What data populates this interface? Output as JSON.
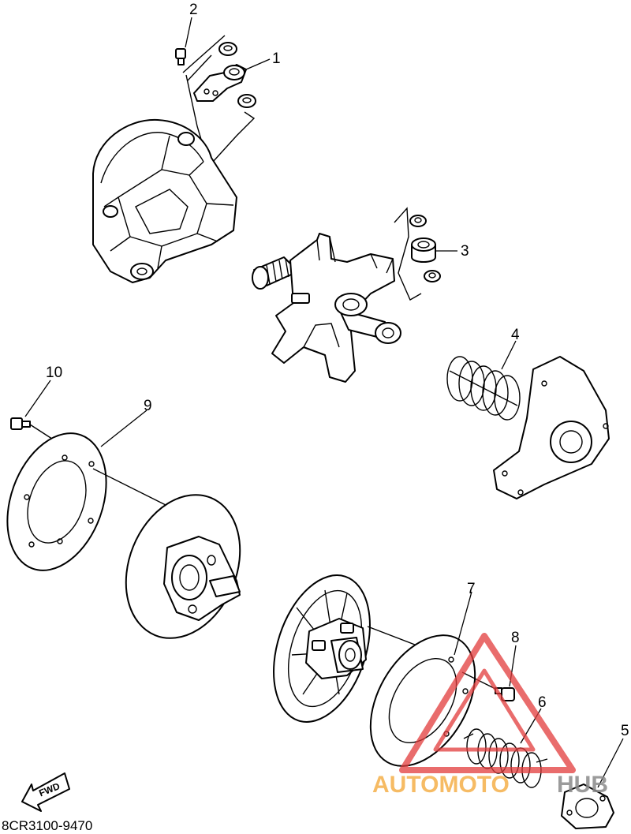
{
  "callouts": {
    "c1": "1",
    "c2": "2",
    "c3": "3",
    "c4": "4",
    "c5": "5",
    "c6": "6",
    "c7": "7",
    "c8": "8",
    "c9": "9",
    "c10": "10"
  },
  "fwd_label": "FWD",
  "diagram_code": "8CR3100-9470",
  "watermark": {
    "text_left": "AUTOMOTO",
    "text_right": "HUB",
    "color_orange": "#f5b04a",
    "color_red": "#e23c3c",
    "color_gray": "#8a8a8a"
  },
  "colors": {
    "line": "#000000",
    "background": "#ffffff"
  }
}
